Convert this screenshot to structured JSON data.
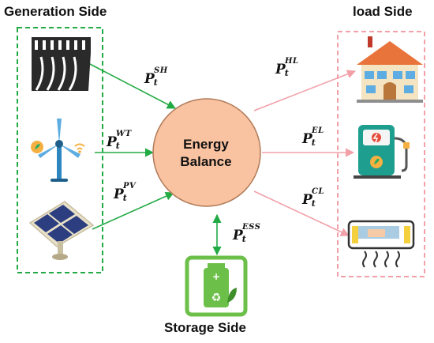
{
  "sections": {
    "generation": "Generation Side",
    "load": "load Side",
    "storage": "Storage Side"
  },
  "center": {
    "line1": "Energy",
    "line2": "Balance",
    "fill_color": "#f9c3a1",
    "stroke_color": "#b07a58"
  },
  "flows": [
    {
      "symbol": "P",
      "subscript": "t",
      "superscript": "SH"
    },
    {
      "symbol": "P",
      "subscript": "t",
      "superscript": "WT"
    },
    {
      "symbol": "P",
      "subscript": "t",
      "superscript": "PV"
    },
    {
      "symbol": "P",
      "subscript": "t",
      "superscript": "HL"
    },
    {
      "symbol": "P",
      "subscript": "t",
      "superscript": "EL"
    },
    {
      "symbol": "P",
      "subscript": "t",
      "superscript": "CL"
    },
    {
      "symbol": "P",
      "subscript": "t",
      "superscript": "ESS"
    }
  ],
  "colors": {
    "generation_box": "#22aa44",
    "generation_arrows": "#22aa44",
    "load_box": "#f2a0a8",
    "load_arrows": "#f2a0a8",
    "storage_arrow": "#22aa44",
    "battery": "#6cc04a"
  },
  "icons": {
    "generation": [
      "hydro-dam-icon",
      "wind-turbine-icon",
      "solar-panel-icon"
    ],
    "load": [
      "house-icon",
      "ev-charger-icon",
      "air-conditioner-icon"
    ],
    "storage": [
      "battery-icon"
    ]
  }
}
